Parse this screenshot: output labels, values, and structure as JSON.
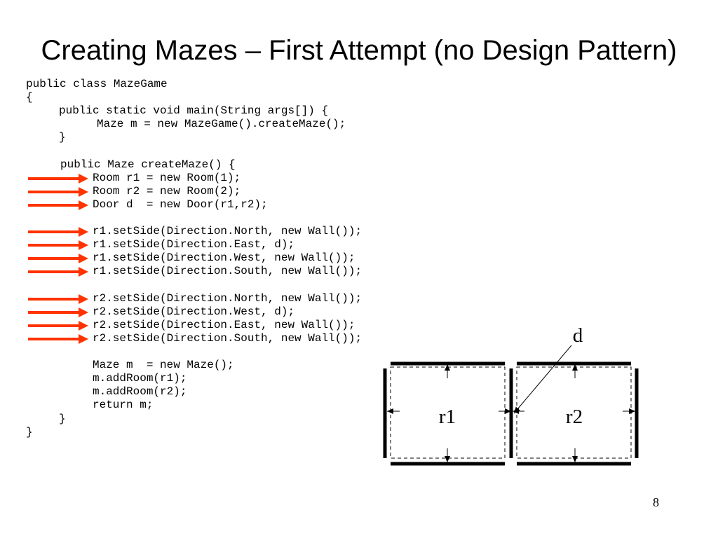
{
  "slide": {
    "title": "Creating Mazes – First Attempt (no Design Pattern)",
    "page_number": "8"
  },
  "code": {
    "lines": [
      {
        "text": "public class MazeGame",
        "indent": 0,
        "arrow": false
      },
      {
        "text": "{",
        "indent": 0,
        "arrow": false
      },
      {
        "text": "public static void main(String args[]) {",
        "indent": 1,
        "arrow": false
      },
      {
        "text": "Maze m = new MazeGame().createMaze();",
        "indent": 2,
        "arrow": false
      },
      {
        "text": "}",
        "indent": 1,
        "arrow": false
      },
      {
        "text": "",
        "indent": 0,
        "arrow": false
      },
      {
        "text": "public Maze createMaze() {",
        "indent": 1,
        "arrow": false
      },
      {
        "text": "Room r1 = new Room(1);",
        "indent": 2,
        "arrow": true
      },
      {
        "text": "Room r2 = new Room(2);",
        "indent": 2,
        "arrow": true
      },
      {
        "text": "Door d  = new Door(r1,r2);",
        "indent": 2,
        "arrow": true
      },
      {
        "text": "",
        "indent": 0,
        "arrow": false
      },
      {
        "text": "r1.setSide(Direction.North, new Wall());",
        "indent": 2,
        "arrow": true
      },
      {
        "text": "r1.setSide(Direction.East, d);",
        "indent": 2,
        "arrow": true
      },
      {
        "text": "r1.setSide(Direction.West, new Wall());",
        "indent": 2,
        "arrow": true
      },
      {
        "text": "r1.setSide(Direction.South, new Wall());",
        "indent": 2,
        "arrow": true
      },
      {
        "text": "",
        "indent": 0,
        "arrow": false
      },
      {
        "text": "r2.setSide(Direction.North, new Wall());",
        "indent": 2,
        "arrow": true
      },
      {
        "text": "r2.setSide(Direction.West, d);",
        "indent": 2,
        "arrow": true
      },
      {
        "text": "r2.setSide(Direction.East, new Wall());",
        "indent": 2,
        "arrow": true
      },
      {
        "text": "r2.setSide(Direction.South, new Wall());",
        "indent": 2,
        "arrow": true
      },
      {
        "text": "",
        "indent": 0,
        "arrow": false
      },
      {
        "text": "Maze m  = new Maze();",
        "indent": 2,
        "arrow": false
      },
      {
        "text": "m.addRoom(r1);",
        "indent": 2,
        "arrow": false
      },
      {
        "text": "m.addRoom(r2);",
        "indent": 2,
        "arrow": false
      },
      {
        "text": "return m;",
        "indent": 2,
        "arrow": false
      },
      {
        "text": "}",
        "indent": 1,
        "arrow": false
      },
      {
        "text": "}",
        "indent": 0,
        "arrow": false
      }
    ],
    "arrow_color": "#ff3300"
  },
  "diagram": {
    "door_label": "d",
    "room1_label": "r1",
    "room2_label": "r2"
  }
}
